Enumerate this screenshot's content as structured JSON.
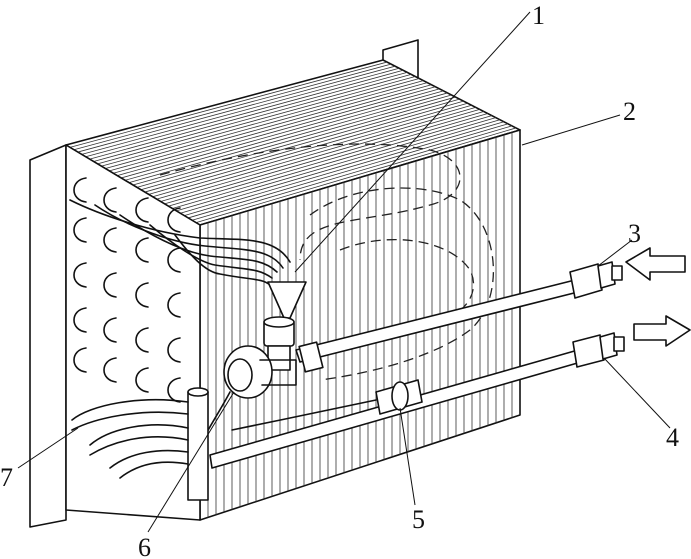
{
  "labels": {
    "1": "1",
    "2": "2",
    "3": "3",
    "4": "4",
    "5": "5",
    "6": "6",
    "7": "7"
  }
}
